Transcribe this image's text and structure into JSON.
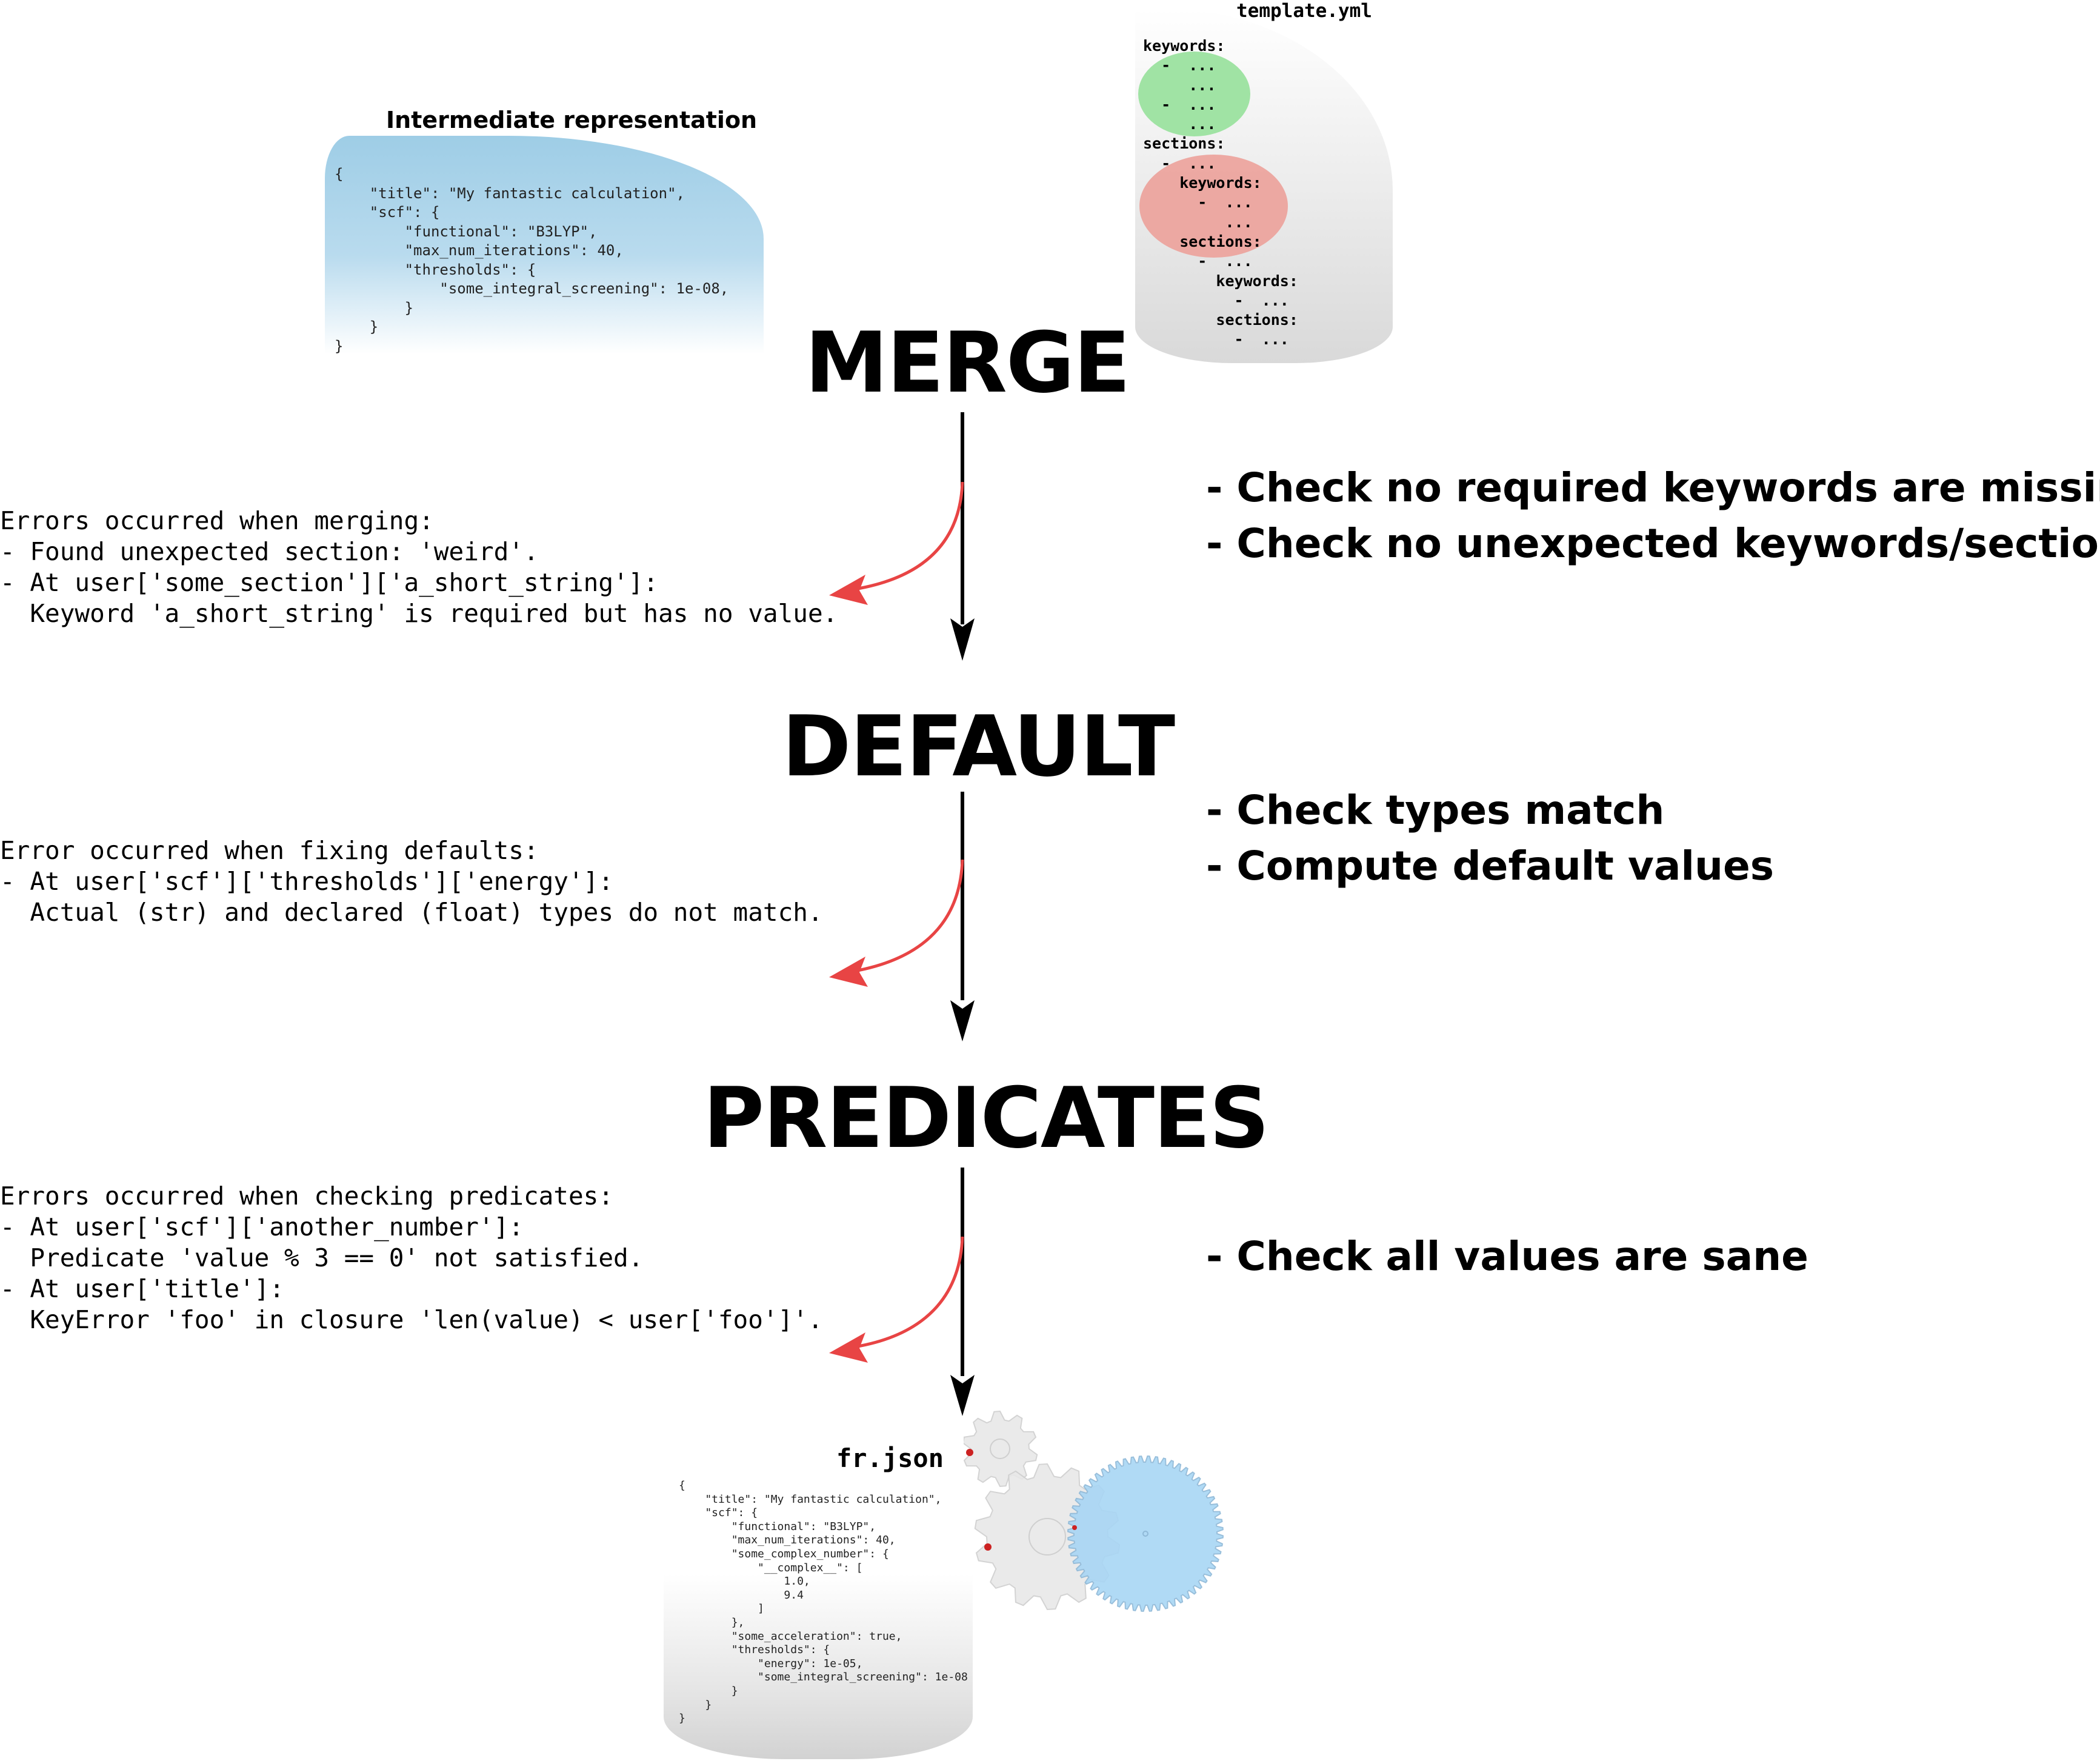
{
  "intermediate": {
    "title": "Intermediate representation",
    "code": "{\n    \"title\": \"My fantastic calculation\",\n    \"scf\": {\n        \"functional\": \"B3LYP\",\n        \"max_num_iterations\": 40,\n        \"thresholds\": {\n            \"some_integral_screening\": 1e-08,\n        }\n    }\n}"
  },
  "template": {
    "title": "template.yml",
    "code": "keywords:\n  -  ...\n     ...\n  -  ...\n     ...\nsections:\n  -  ...\n    keywords:\n      -  ...\n         ...\n    sections:\n      -  ...\n        keywords:\n          -  ...\n        sections:\n          -  ..."
  },
  "stages": {
    "merge": {
      "title": "MERGE",
      "checks": [
        "- Check no required keywords are missing",
        "- Check no unexpected keywords/sections"
      ],
      "errors": "Errors occurred when merging:\n- Found unexpected section: 'weird'.\n- At user['some_section']['a_short_string']:\n  Keyword 'a_short_string' is required but has no value."
    },
    "default": {
      "title": "DEFAULT",
      "checks": [
        "- Check types match",
        "- Compute default values"
      ],
      "errors": "Error occurred when fixing defaults:\n- At user['scf']['thresholds']['energy']:\n  Actual (str) and declared (float) types do not match."
    },
    "predicates": {
      "title": "PREDICATES",
      "checks": [
        "- Check all values are sane"
      ],
      "errors": "Errors occurred when checking predicates:\n- At user['scf']['another_number']:\n  Predicate 'value % 3 == 0' not satisfied.\n- At user['title']:\n  KeyError 'foo' in closure 'len(value) < user['foo']'."
    }
  },
  "output": {
    "title": "fr.json",
    "code": "{\n    \"title\": \"My fantastic calculation\",\n    \"scf\": {\n        \"functional\": \"B3LYP\",\n        \"max_num_iterations\": 40,\n        \"some_complex_number\": {\n            \"__complex__\": [\n                1.0,\n                9.4\n            ]\n        },\n        \"some_acceleration\": true,\n        \"thresholds\": {\n            \"energy\": 1e-05,\n            \"some_integral_screening\": 1e-08\n        }\n    }\n}"
  },
  "colors": {
    "error_arrow": "#e84444",
    "flow_arrow": "#000000",
    "gear_blue": "#a8d6f5",
    "gear_grey": "#e8e8e8"
  }
}
